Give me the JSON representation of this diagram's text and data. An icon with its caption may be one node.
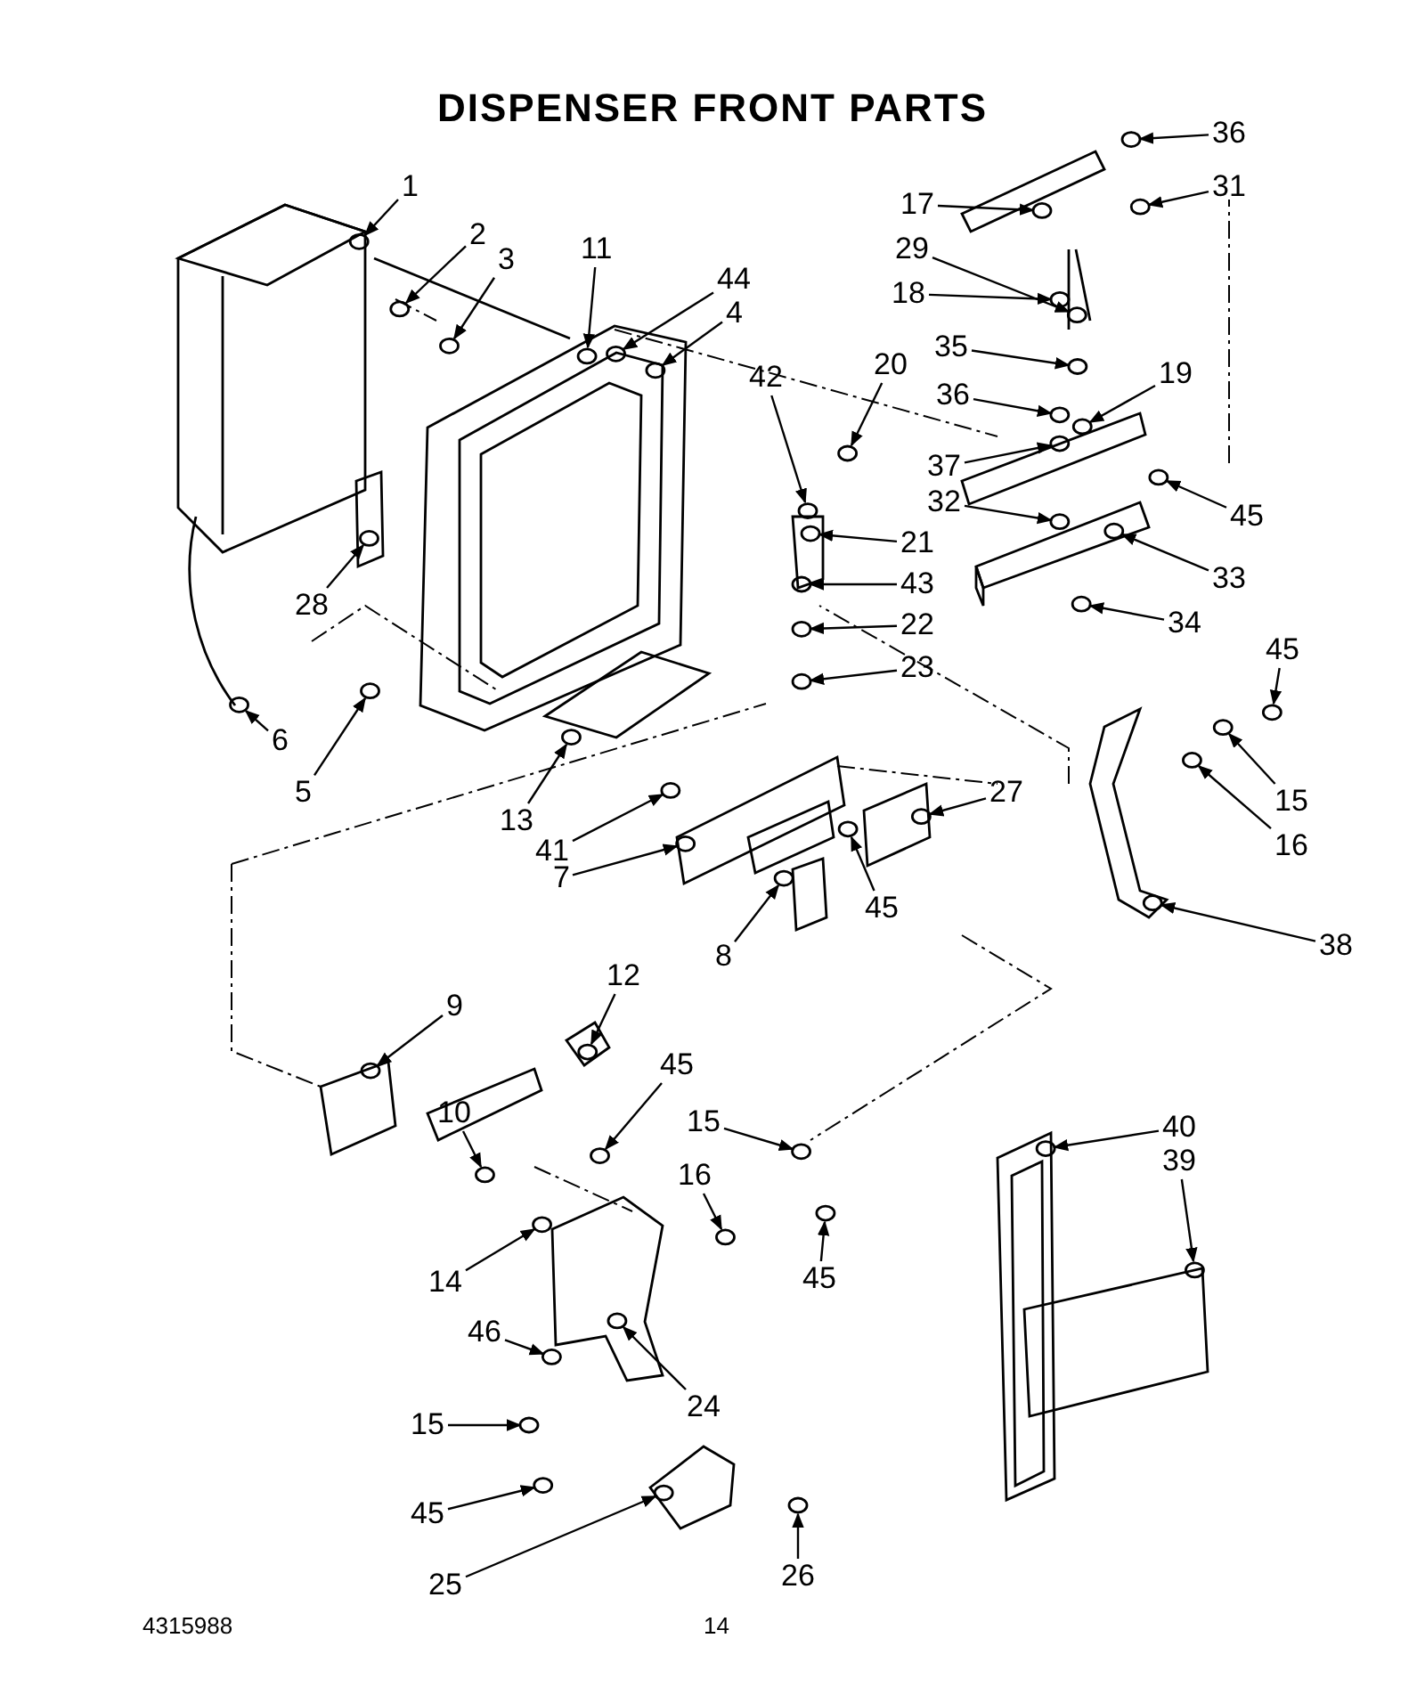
{
  "diagram": {
    "title": "DISPENSER FRONT PARTS",
    "nodes": [
      {
        "text": [
          "1"
        ]
      },
      {
        "text": [
          "2"
        ]
      },
      {
        "text": [
          "3"
        ]
      },
      {
        "text": [
          "11"
        ]
      },
      {
        "text": [
          "44"
        ]
      },
      {
        "text": [
          "4"
        ]
      },
      {
        "text": [
          "17"
        ]
      },
      {
        "text": [
          "36"
        ]
      },
      {
        "text": [
          "31"
        ]
      },
      {
        "text": [
          "29"
        ]
      },
      {
        "text": [
          "18"
        ]
      },
      {
        "text": [
          "35"
        ]
      },
      {
        "text": [
          "36"
        ]
      },
      {
        "text": [
          "19"
        ]
      },
      {
        "text": [
          "20"
        ]
      },
      {
        "text": [
          "37"
        ]
      },
      {
        "text": [
          "42"
        ]
      },
      {
        "text": [
          "21"
        ]
      },
      {
        "text": [
          "32"
        ]
      },
      {
        "text": [
          "43"
        ]
      },
      {
        "text": [
          "45"
        ]
      },
      {
        "text": [
          "33"
        ]
      },
      {
        "text": [
          "22"
        ]
      },
      {
        "text": [
          "34"
        ]
      },
      {
        "text": [
          "23"
        ]
      },
      {
        "text": [
          "45"
        ]
      },
      {
        "text": [
          "15"
        ]
      },
      {
        "text": [
          "16"
        ]
      },
      {
        "text": [
          "38"
        ]
      },
      {
        "text": [
          "27"
        ]
      },
      {
        "text": [
          "45"
        ]
      },
      {
        "text": [
          "28"
        ]
      },
      {
        "text": [
          "6"
        ]
      },
      {
        "text": [
          "5"
        ]
      },
      {
        "text": [
          "13"
        ]
      },
      {
        "text": [
          "41"
        ]
      },
      {
        "text": [
          "7"
        ]
      },
      {
        "text": [
          "8"
        ]
      },
      {
        "text": [
          "9"
        ]
      },
      {
        "text": [
          "10"
        ]
      },
      {
        "text": [
          "12"
        ]
      },
      {
        "text": [
          "45"
        ]
      },
      {
        "text": [
          "15"
        ]
      },
      {
        "text": [
          "16"
        ]
      },
      {
        "text": [
          "45"
        ]
      },
      {
        "text": [
          "40"
        ]
      },
      {
        "text": [
          "39"
        ]
      },
      {
        "text": [
          "14"
        ]
      },
      {
        "text": [
          "46"
        ]
      },
      {
        "text": [
          "24"
        ]
      },
      {
        "text": [
          "15"
        ]
      },
      {
        "text": [
          "45"
        ]
      },
      {
        "text": [
          "25"
        ]
      },
      {
        "text": [
          "26"
        ]
      }
    ],
    "edges": [
      {
        "from": 0,
        "to": null,
        "arrow": "to"
      },
      {
        "from": 1,
        "to": null,
        "arrow": "to"
      },
      {
        "from": 2,
        "to": null,
        "arrow": "to"
      },
      {
        "from": 3,
        "to": null,
        "arrow": "to"
      },
      {
        "from": 4,
        "to": null,
        "arrow": "to"
      },
      {
        "from": 5,
        "to": null,
        "arrow": "to"
      },
      {
        "from": 6,
        "to": null,
        "arrow": "to"
      },
      {
        "from": 7,
        "to": null,
        "arrow": "to"
      },
      {
        "from": 8,
        "to": null,
        "arrow": "to"
      },
      {
        "from": 9,
        "to": null,
        "arrow": "to"
      },
      {
        "from": 10,
        "to": null,
        "arrow": "to"
      },
      {
        "from": 11,
        "to": null,
        "arrow": "to"
      },
      {
        "from": 12,
        "to": null,
        "arrow": "to"
      },
      {
        "from": 13,
        "to": null,
        "arrow": "to"
      },
      {
        "from": 14,
        "to": null,
        "arrow": "to"
      },
      {
        "from": 15,
        "to": null,
        "arrow": "to"
      },
      {
        "from": 16,
        "to": null,
        "arrow": "to"
      },
      {
        "from": 17,
        "to": null,
        "arrow": "to"
      },
      {
        "from": 18,
        "to": null,
        "arrow": "to"
      },
      {
        "from": 19,
        "to": null,
        "arrow": "to"
      },
      {
        "from": 20,
        "to": null,
        "arrow": "to"
      },
      {
        "from": 21,
        "to": null,
        "arrow": "to"
      },
      {
        "from": 22,
        "to": null,
        "arrow": "to"
      },
      {
        "from": 23,
        "to": null,
        "arrow": "to"
      },
      {
        "from": 24,
        "to": null,
        "arrow": "to"
      },
      {
        "from": 25,
        "to": null,
        "arrow": "to"
      },
      {
        "from": 26,
        "to": null,
        "arrow": "to"
      },
      {
        "from": 27,
        "to": null,
        "arrow": "to"
      },
      {
        "from": 28,
        "to": null,
        "arrow": "to"
      },
      {
        "from": 29,
        "to": null,
        "arrow": "to"
      },
      {
        "from": 30,
        "to": null,
        "arrow": "to"
      },
      {
        "from": 31,
        "to": null,
        "arrow": "to"
      },
      {
        "from": 32,
        "to": null,
        "arrow": "to"
      },
      {
        "from": 33,
        "to": null,
        "arrow": "to"
      },
      {
        "from": 34,
        "to": null,
        "arrow": "to"
      },
      {
        "from": 35,
        "to": null,
        "arrow": "to"
      },
      {
        "from": 36,
        "to": null,
        "arrow": "to"
      },
      {
        "from": 37,
        "to": null,
        "arrow": "to"
      },
      {
        "from": 38,
        "to": null,
        "arrow": "to"
      },
      {
        "from": 39,
        "to": null,
        "arrow": "to"
      },
      {
        "from": 40,
        "to": null,
        "arrow": "to"
      },
      {
        "from": 41,
        "to": null,
        "arrow": "to"
      },
      {
        "from": 42,
        "to": null,
        "arrow": "to"
      },
      {
        "from": 43,
        "to": null,
        "arrow": "to"
      },
      {
        "from": 44,
        "to": null,
        "arrow": "to"
      },
      {
        "from": 45,
        "to": null,
        "arrow": "to"
      },
      {
        "from": 46,
        "to": null,
        "arrow": "to"
      },
      {
        "from": 47,
        "to": null,
        "arrow": "to"
      },
      {
        "from": 48,
        "to": null,
        "arrow": "to"
      },
      {
        "from": 49,
        "to": null,
        "arrow": "to"
      },
      {
        "from": 50,
        "to": null,
        "arrow": "to"
      },
      {
        "from": 51,
        "to": null,
        "arrow": "to"
      },
      {
        "from": 52,
        "to": null,
        "arrow": "to"
      },
      {
        "from": 53,
        "to": null,
        "arrow": "to"
      }
    ],
    "labels": [
      "4315988",
      "14"
    ]
  }
}
